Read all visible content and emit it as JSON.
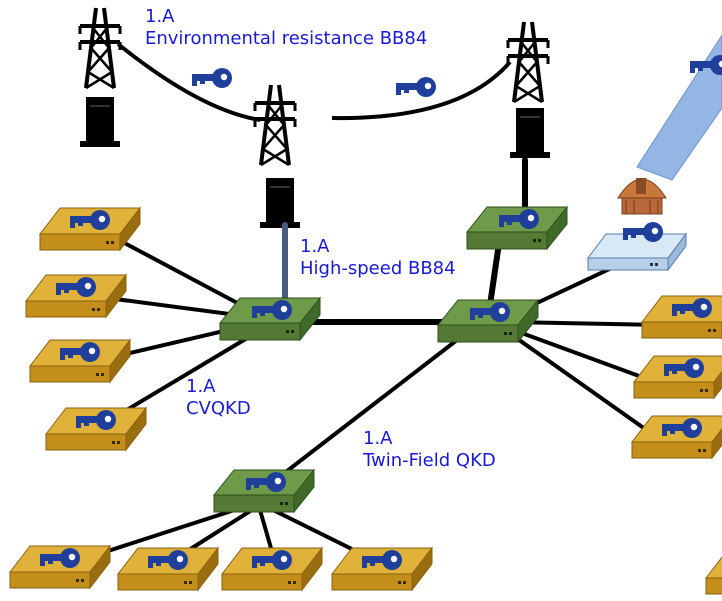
{
  "labels": {
    "env": {
      "line1": "1.A",
      "line2": "Environmental resistance BB84"
    },
    "hs": {
      "line1": "1.A",
      "line2": "High-speed BB84"
    },
    "cv": {
      "line1": "1.A",
      "line2": "CVQKD"
    },
    "tf": {
      "line1": "1.A",
      "line2": "Twin-Field QKD"
    }
  },
  "colors": {
    "label_text": "#1a1ad6",
    "key": "#1f3f9a",
    "user_device_top": "#e0b23a",
    "user_device_side": "#b07d12",
    "switch_top": "#6e9a4a",
    "switch_side": "#3f6a2a",
    "satellite_station_top": "#d7e8f7",
    "satellite_beam": "#8fb3e3",
    "link": "#000000",
    "tower": "#000000"
  },
  "icons": [
    "transmission-tower-icon",
    "key-icon",
    "telescope-dome-icon",
    "satellite-beam-icon"
  ]
}
